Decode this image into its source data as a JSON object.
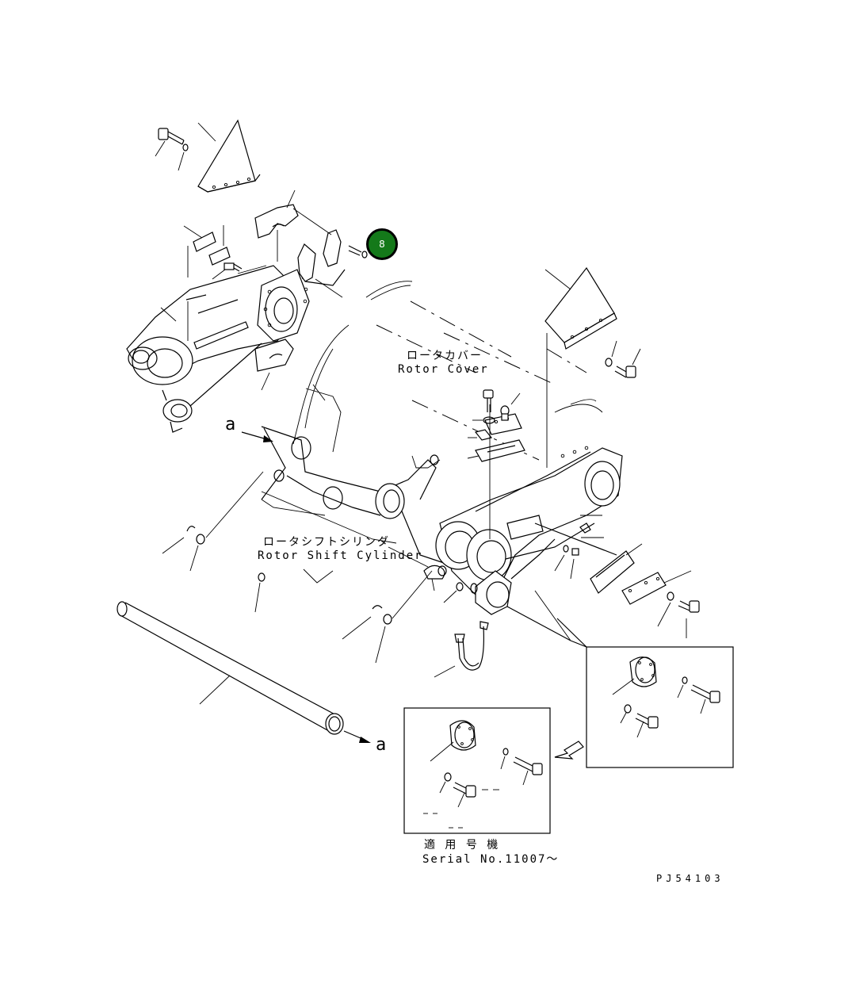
{
  "callout": {
    "number": "8",
    "color": "#14791a"
  },
  "labels": {
    "rotor_cover_jp": "ロータカバー",
    "rotor_cover_en": "Rotor Cover",
    "rotor_shift_jp": "ロータシフトシリンダ",
    "rotor_shift_en": "Rotor Shift Cylinder",
    "ref_a_upper": "a",
    "ref_a_lower": "a",
    "serial_jp": "適 用 号 機",
    "serial_en": "Serial No.11007～",
    "drawing_id": "PJ54103"
  }
}
